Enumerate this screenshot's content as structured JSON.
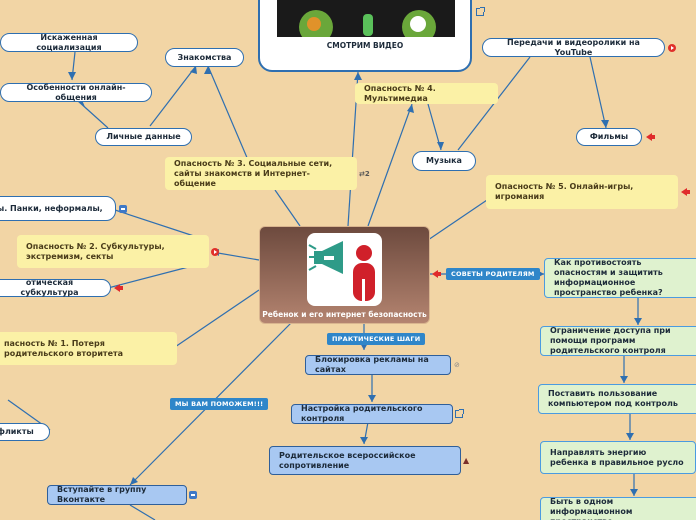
{
  "central": {
    "title": "Ребенок и его интернет безопасность"
  },
  "video": {
    "caption": "СМОТРИМ ВИДЕО"
  },
  "labels": {
    "advice": "СОВЕТЫ РОДИТЕЛЯМ",
    "practical": "ПРАКТИЧЕСКИЕ ШАГИ",
    "help": "МЫ ВАМ ПОМОЖЕМ!!!"
  },
  "nodes": {
    "distorted_socialization": "Искаженная социализация",
    "online_features": "Особенности онлайн-общения",
    "personal_data": "Личные данные",
    "acquaintances": "Знакомства",
    "danger3": "Опасность № 3. Социальные сети, сайты знакомств и Интернет-общение",
    "danger3_badge": "2",
    "danger4": "Опасность № 4. Мультимедиа",
    "music": "Музыка",
    "youtube": "Передачи и видеоролики на YouTube",
    "films": "Фильмы",
    "danger5": "Опасность № 5. Онлайн-игры, игромания",
    "punks": "ы. Панки, неформалы,",
    "danger2": "Опасность № 2. Субкультуры, экстремизм, секты",
    "gothic": "отическая субкультура",
    "danger1": "пасность № 1. Потеря родительского вторитета",
    "conflicts": "фликты",
    "q_counter": "Как противостоять опасностям и защитить информационное пространство ребенка?",
    "limit": "Ограничение доступа при помощи программ родительского контроля",
    "computer_control": "Поставить пользование компьютером под контроль",
    "energy": "Направлять энергию ребенка в правильное русло",
    "one_space": "Быть в одном информационном пространстве",
    "block_ads": "Блокировка рекламы на сайтах",
    "parental_setup": "Настройка родительского контроля",
    "russian_resistance": "Родительское всероссийское сопротивление",
    "vk_group": "Вступайте в группу Вконтакте"
  },
  "colors": {
    "background": "#f2d5a5",
    "link": "#2f6fb0",
    "yellow_node": "#fbf1a6",
    "green_node": "#dff2cf",
    "blue_node": "#a8c8f2",
    "label": "#2f86c9",
    "alert": "#e02b2b"
  },
  "icons": [
    "speaker-icon",
    "youtube-icon",
    "vk-icon",
    "external-link-icon",
    "play-icon",
    "link-icon"
  ]
}
